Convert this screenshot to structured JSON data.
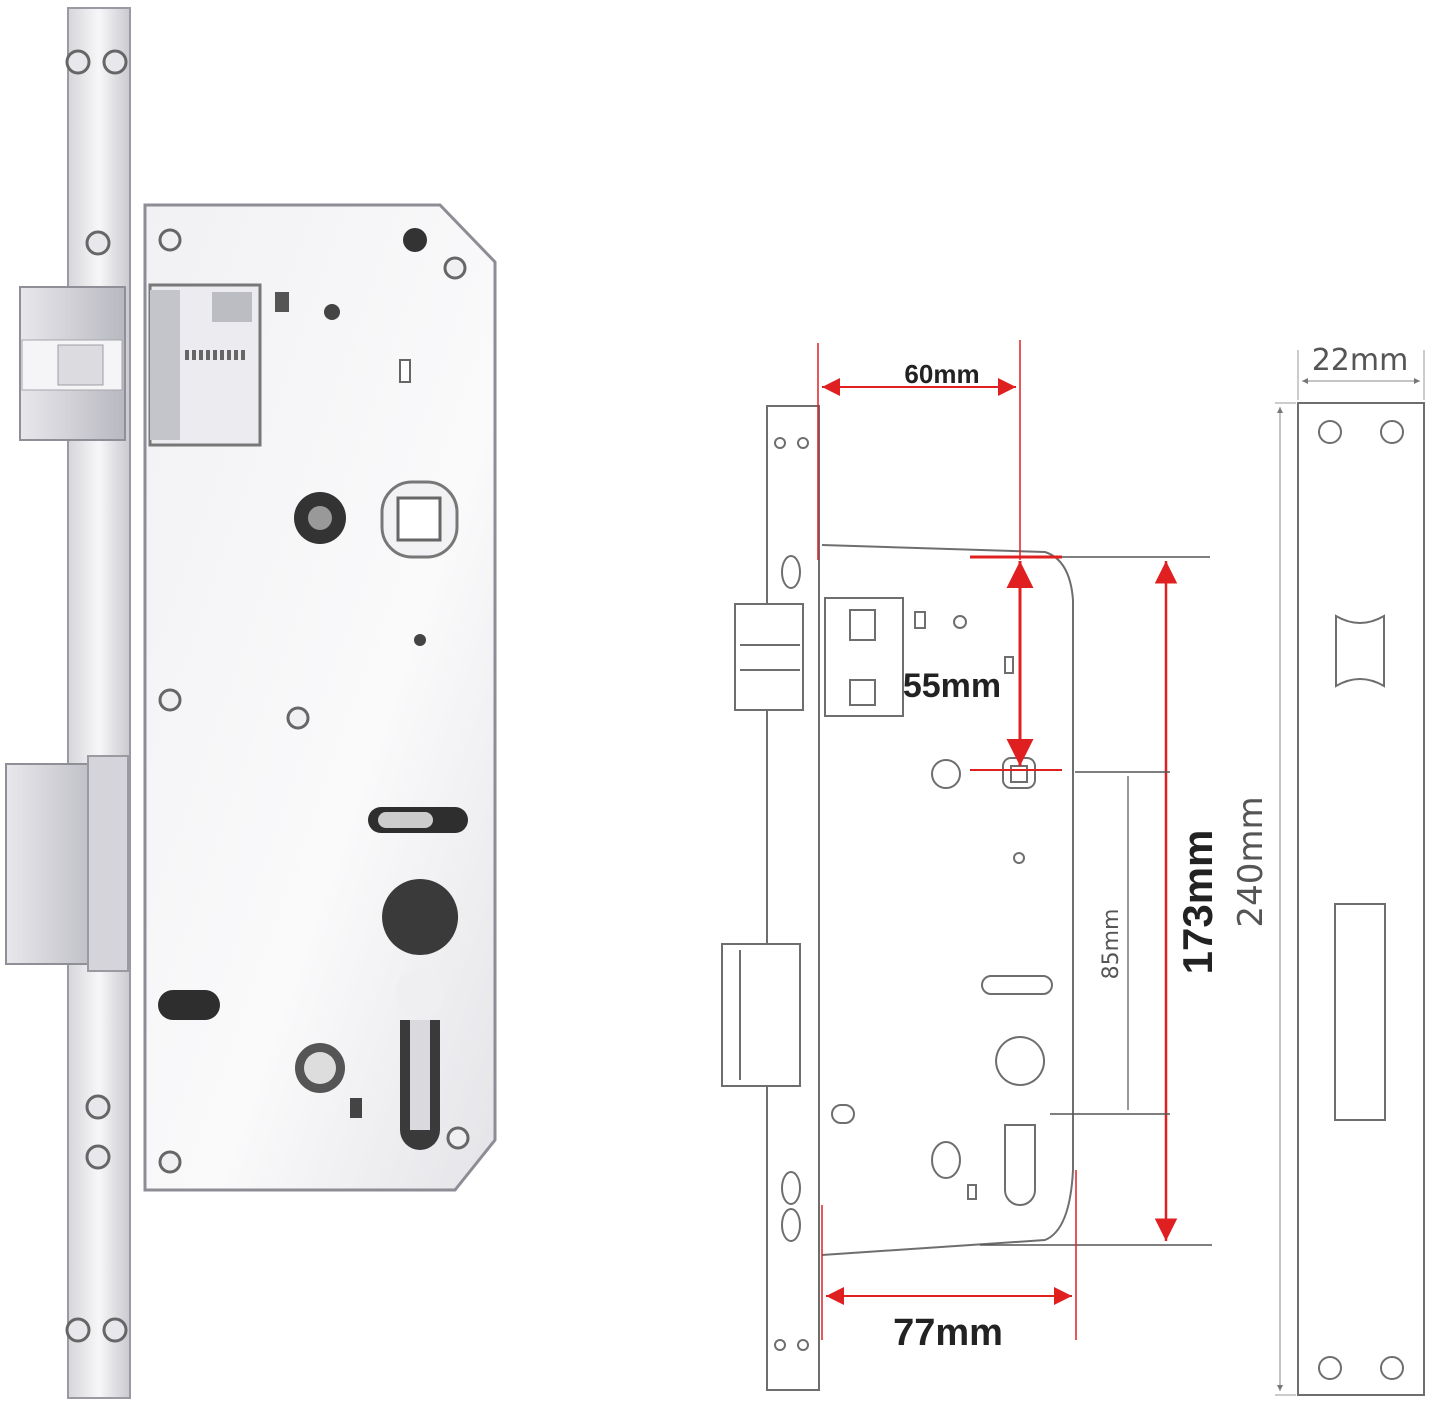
{
  "colors": {
    "dimension_red": "#e02020",
    "outline": "#6e6e6e",
    "metal_light": "#f4f4f6",
    "metal_mid": "#d9d9de",
    "metal_dark": "#a8a8b0"
  },
  "dimensions": {
    "backset": "60mm",
    "handle_to_cylinder_top": "55mm",
    "case_height": "173mm",
    "case_depth": "77mm",
    "center_distance": "85mm",
    "faceplate_width": "22mm",
    "faceplate_length": "240mm"
  }
}
